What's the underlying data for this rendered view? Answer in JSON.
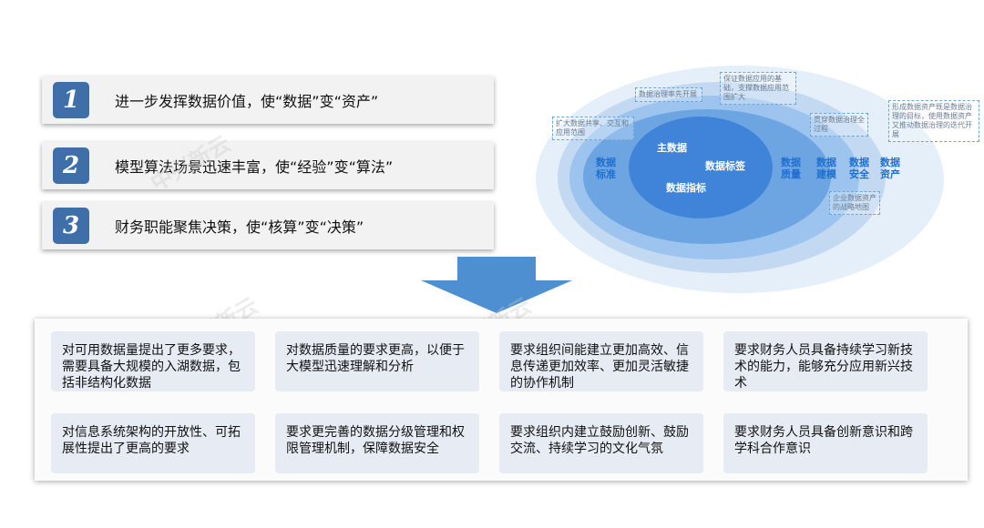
{
  "statements": [
    {
      "num": "1",
      "text": "进一步发挥数据价值，使“数据”变“资产”"
    },
    {
      "num": "2",
      "text": "模型算法场景迅速丰富，使“经验”变“算法”"
    },
    {
      "num": "3",
      "text": "财务职能聚焦决策，使“核算”变“决策”"
    }
  ],
  "diagram": {
    "core": {
      "main": "主数据",
      "label": "数据标签",
      "metric": "数据指标"
    },
    "rings": {
      "standard": "数据\n标准",
      "quality": "数据\n质量",
      "model": "数据\n建模",
      "security": "数据\n安全",
      "asset": "数据\n资产"
    },
    "notes": {
      "share": "扩大数据共享、交互和应用范围",
      "rate": "数据治理率先开展",
      "foundation": "保证数据应用的基础，支撑数据应用范围扩大",
      "process": "贯穿数据治理全过程",
      "strategy": "企业数据资产的战略地图",
      "goal": "形成数据资产既是数据治理的目标，使用数据资产又推动数据治理的迭代开展"
    }
  },
  "arrow_color": "#4d8fd0",
  "requirements": [
    "对可用数据量提出了更多要求，需要具备大规模的入湖数据，包括非结构化数据",
    "对数据质量的要求更高，以便于大模型迅速理解和分析",
    "要求组织间能建立更加高效、信息传递更加效率、更加灵活敏捷的协作机制",
    "要求财务人员具备持续学习新技术的能力，能够充分应用新兴技术",
    "对信息系统架构的开放性、可拓展性提出了更高的要求",
    "要求更完善的数据分级管理和权限管理机制，保障数据安全",
    "要求组织内建立鼓励创新、鼓励交流、持续学习的文化气氛",
    "要求财务人员具备创新意识和跨学科合作意识"
  ],
  "watermark": "中兴新云"
}
